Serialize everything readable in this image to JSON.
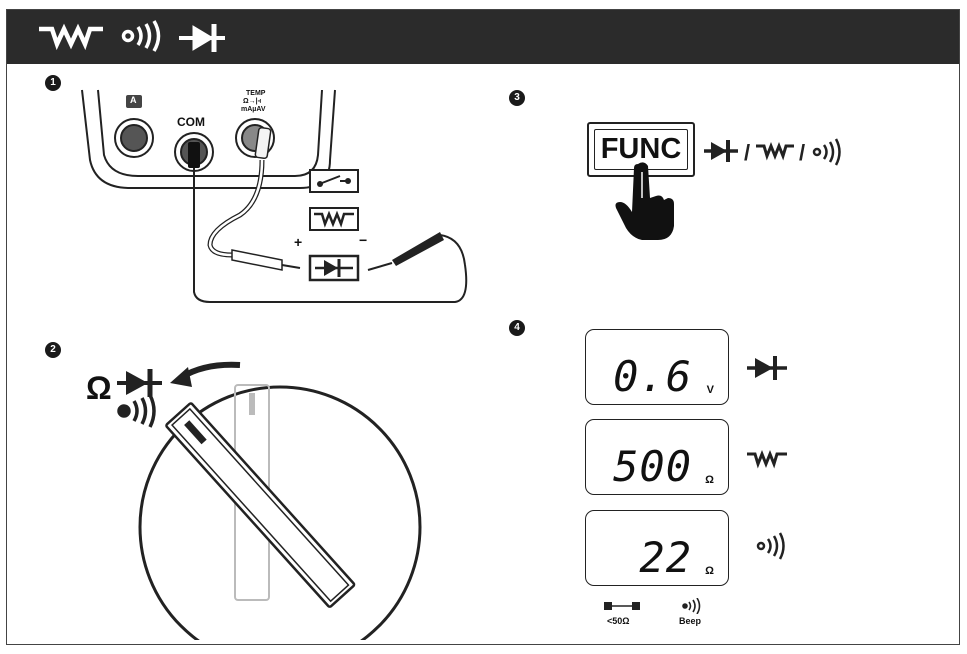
{
  "header": {
    "icons": [
      "resistance-icon",
      "continuity-beep-icon",
      "diode-icon"
    ],
    "background": "#2b2b2b"
  },
  "steps": [
    {
      "number": "1",
      "ports": {
        "a_label": "A",
        "com_label": "COM",
        "temp_label": "TEMP",
        "symbols_label": "Ω→|⫞",
        "units_label": "mAµAV"
      },
      "plus_label": "+",
      "minus_label": "−",
      "function_icons": [
        "switch-icon",
        "resistor-icon",
        "diode-icon"
      ]
    },
    {
      "number": "2",
      "omega_label": "Ω",
      "dial_icons": [
        "diode-icon",
        "continuity-beep-icon"
      ]
    },
    {
      "number": "3",
      "func_label": "FUNC",
      "mode_icons": [
        "diode-icon",
        "resistance-icon",
        "continuity-beep-icon"
      ],
      "separator": "/"
    },
    {
      "number": "4",
      "readings": [
        {
          "value": "0.6",
          "unit": "V",
          "icon": "diode-icon"
        },
        {
          "value": "500",
          "unit": "Ω",
          "icon": "resistance-icon"
        },
        {
          "value": "22",
          "unit": "Ω",
          "icon": "continuity-beep-icon"
        }
      ],
      "legend": [
        {
          "label": "<50Ω",
          "icon": "shorted-leads-icon"
        },
        {
          "label": "Beep",
          "icon": "continuity-beep-icon"
        }
      ]
    }
  ]
}
